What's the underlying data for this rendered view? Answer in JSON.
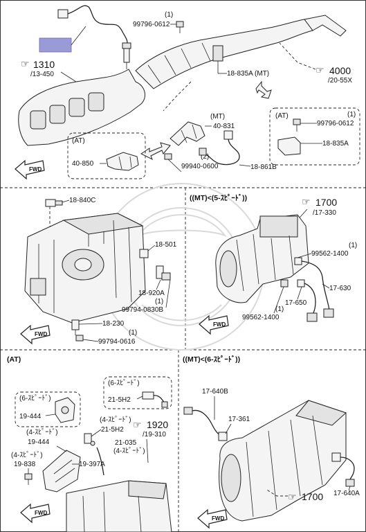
{
  "colors": {
    "highlight_box": "#9a9ad8",
    "line": "#222222",
    "watermark": "#d9d9d9"
  },
  "top": {
    "ref_1310": "1310",
    "ref_1310_sub": "/13-450",
    "ref_4000": "4000",
    "ref_4000_sub": "/20-55X",
    "part_99796_qty": "(1)",
    "part_99796": "99796-0612",
    "part_18835a_mt": "18-835A (MT)",
    "mt_tag": "(MT)",
    "part_40831": "40-831",
    "at_tag_left": "(AT)",
    "part_40850": "40-850",
    "part_99940_qty": "(2)",
    "part_99940": "99940-0600",
    "part_18861b": "18-861B",
    "at_tag_right": "(AT)",
    "part_99796_at_qty": "(1)",
    "part_99796_at": "99796-0612",
    "part_18835a": "18-835A",
    "fwd": "FWD"
  },
  "middle_left": {
    "part_18840c": "18-840C",
    "part_18501": "18-501",
    "part_18920a": "18-920A",
    "part_99794_0830b_qty": "(1)",
    "part_99794_0830b": "99794-0830B",
    "part_18230": "18-230",
    "part_99794_0616_qty": "(1)",
    "part_99794_0616": "99794-0616",
    "fwd": "FWD"
  },
  "middle_right": {
    "section_title": "((MT)<(5-ｽﾋﾟｰﾄﾞ))",
    "ref_1700": "1700",
    "ref_1700_sub": "/17-330",
    "part_99562_top_qty": "(1)",
    "part_99562_top": "99562-1400",
    "part_17630": "17-630",
    "part_17650": "17-650",
    "part_99562_bot_qty": "(1)",
    "part_99562_bot": "99562-1400",
    "fwd": "FWD"
  },
  "bottom_left": {
    "section_title": "(AT)",
    "speed6_tag_top": "(6-ｽﾋﾟｰﾄﾞ)",
    "part_215h2_top": "21-5H2",
    "speed6_tag_left": "(6-ｽﾋﾟｰﾄﾞ)",
    "part_19444_top": "19-444",
    "speed4_tag_a": "(4-ｽﾋﾟｰﾄﾞ)",
    "part_215h2": "21-5H2",
    "ref_1920": "1920",
    "ref_1920_sub": "/19-310",
    "speed4_tag_b": "(4-ｽﾋﾟｰﾄﾞ)",
    "part_19444": "19-444",
    "part_21035": "21-035",
    "speed4_tag_c": "(4-ｽﾋﾟｰﾄﾞ)",
    "speed4_tag_d": "(4-ｽﾋﾟｰﾄﾞ)",
    "part_19838": "19-838",
    "part_19397a": "19-397A",
    "fwd": "FWD"
  },
  "bottom_right": {
    "section_title": "((MT)<(6-ｽﾋﾟｰﾄﾞ))",
    "part_17640b": "17-640B",
    "part_17361": "17-361",
    "ref_1700": "1700",
    "part_17640a": "17-640A",
    "fwd": "FWD"
  }
}
